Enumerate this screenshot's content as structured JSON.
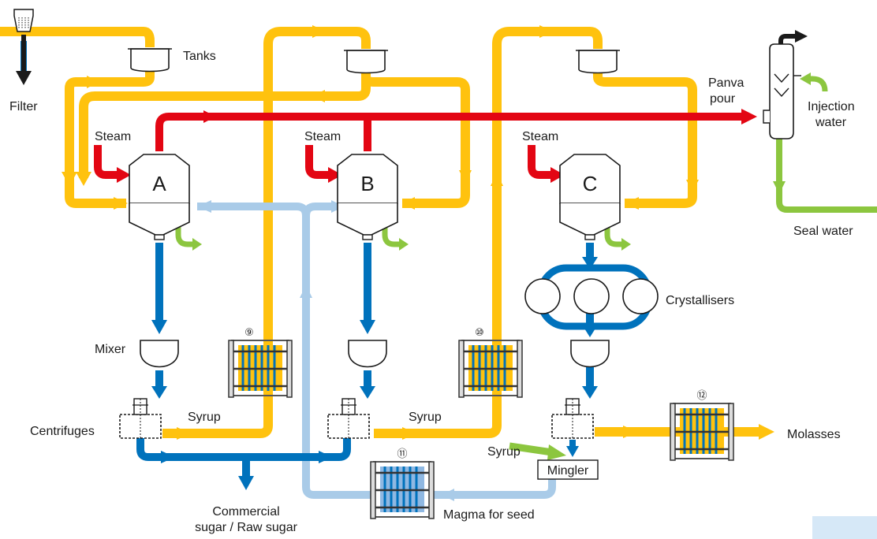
{
  "colors": {
    "yellow": "#ffc20e",
    "red": "#e30613",
    "blue": "#0072bc",
    "lightblue": "#a9cbe8",
    "green": "#8cc63f",
    "black": "#1a1a1a"
  },
  "labels": {
    "tanks": "Tanks",
    "filter": "Filter",
    "steam": "Steam",
    "panva_pour_line1": "Panva",
    "panva_pour_line2": "pour",
    "injection_water_line1": "Injection",
    "injection_water_line2": "water",
    "seal_water": "Seal water",
    "crystallisers": "Crystallisers",
    "mixer": "Mixer",
    "centrifuges": "Centrifuges",
    "syrup": "Syrup",
    "mingler": "Mingler",
    "molasses": "Molasses",
    "magma_for_seed": "Magma for seed",
    "commercial_sugar_line1": "Commercial",
    "commercial_sugar_line2": "sugar / Raw sugar"
  },
  "vessels": [
    "A",
    "B",
    "C"
  ],
  "heat_exchangers": [
    "⑨",
    "⑩",
    "⑪",
    "⑫"
  ]
}
